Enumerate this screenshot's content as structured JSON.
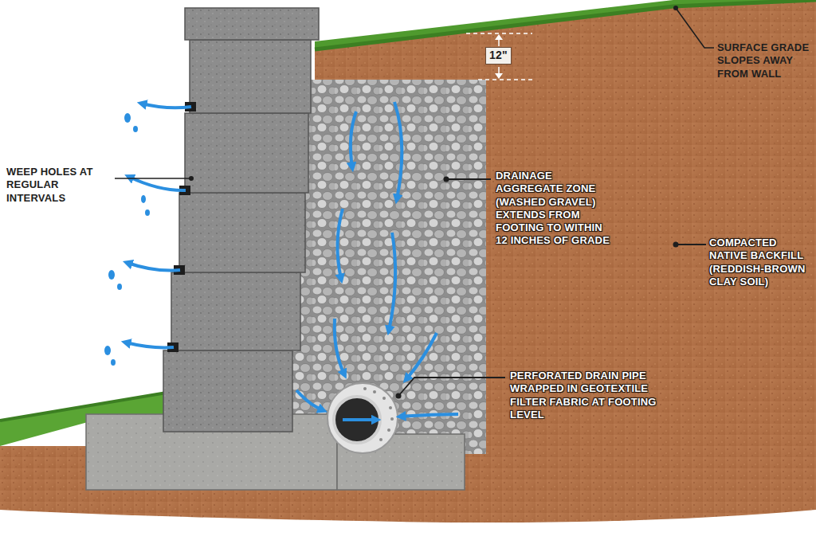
{
  "diagram": {
    "labels": [
      "12\"",
      "SURFACE GRADE SLOPES AWAY FROM WALL",
      "WEEP HOLES AT REGULAR INTERVALS",
      "DRAINAGE AGGREGATE ZONE (WASHED GRAVEL) EXTENDS FROM FOOTING TO WITHIN 12 INCHES OF GRADE",
      "COMPACTED NATIVE BACKFILL (REDDISH-BROWN CLAY SOIL)",
      "PERFORATED DRAIN PIPE WRAPPED IN GEOTEXTILE FILTER FABRIC AT FOOTING LEVEL"
    ]
  }
}
